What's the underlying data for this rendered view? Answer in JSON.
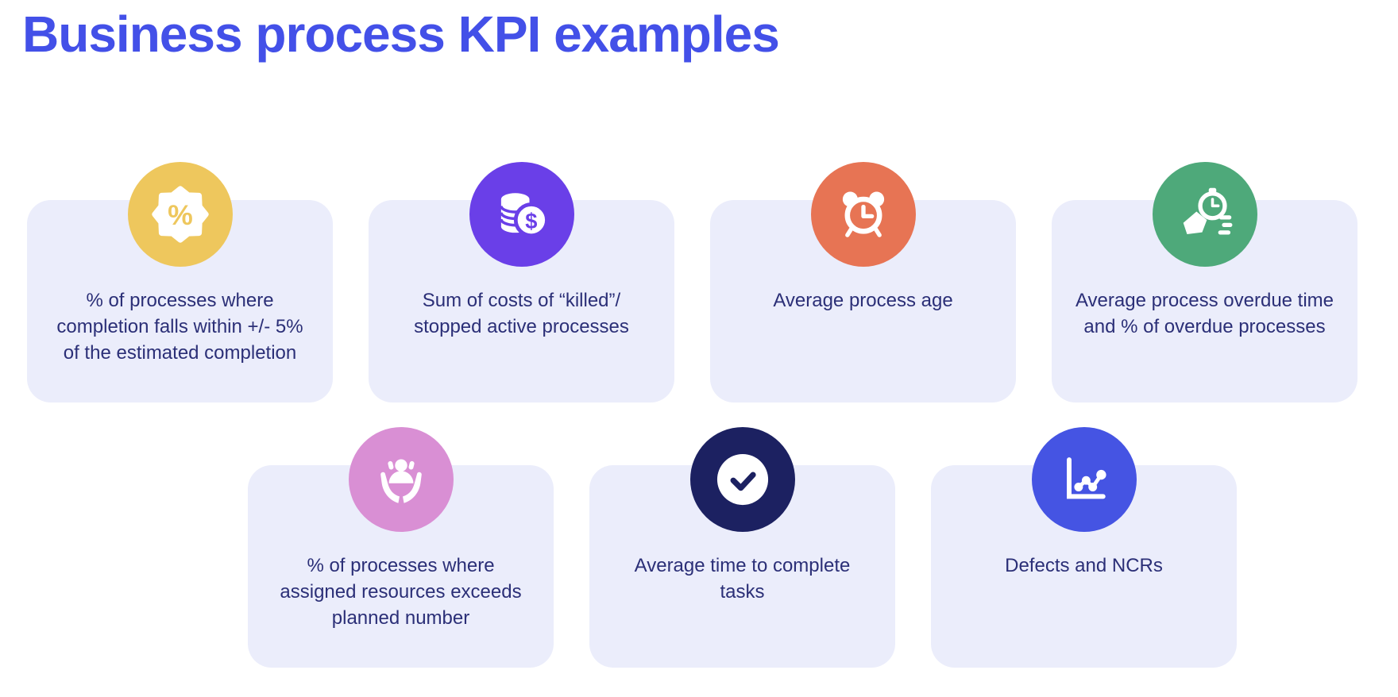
{
  "page": {
    "title": "Business process KPI examples"
  },
  "colors": {
    "title": "#4350E8",
    "card_background": "#EBEDFB",
    "card_text": "#2B2F77",
    "icon_yellow": "#EEC75D",
    "icon_purple": "#6A3FE8",
    "icon_orange": "#E77454",
    "icon_green": "#4EA97A",
    "icon_pink": "#D98FD4",
    "icon_navy": "#1C2161",
    "icon_blue": "#4554E3"
  },
  "glyphs": {
    "percent": "%",
    "dollar": "$"
  },
  "cards": [
    {
      "icon": "percent-badge-icon",
      "color": "#EEC75D",
      "label": "% of processes where completion falls within +/- 5% of the estimated completion"
    },
    {
      "icon": "coins-dollar-icon",
      "color": "#6A3FE8",
      "label": "Sum of costs of “killed”/ stopped active processes"
    },
    {
      "icon": "alarm-clock-icon",
      "color": "#E77454",
      "label": "Average process age"
    },
    {
      "icon": "stopwatch-hand-icon",
      "color": "#4EA97A",
      "label": "Average process overdue time and % of overdue processes"
    },
    {
      "icon": "hands-person-icon",
      "color": "#D98FD4",
      "label": "% of processes where assigned resources exceeds planned number"
    },
    {
      "icon": "check-circle-icon",
      "color": "#1C2161",
      "label": "Average time to complete tasks"
    },
    {
      "icon": "line-chart-icon",
      "color": "#4554E3",
      "label": "Defects and NCRs"
    }
  ]
}
